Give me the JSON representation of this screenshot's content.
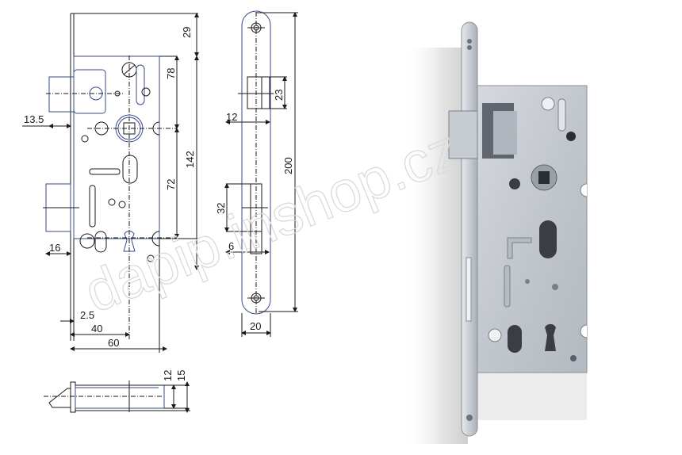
{
  "watermark": "dapip.inshop.cz",
  "front_view": {
    "dimensions": {
      "top_offset": "29",
      "handle_to_top": "78",
      "handle_to_key": "72",
      "body_height": "142",
      "latch_projection": "13.5",
      "bolt_projection": "16",
      "faceplate_thickness": "2.5",
      "backset": "40",
      "body_depth": "60"
    }
  },
  "side_view": {
    "dimensions": {
      "latch_height": "23",
      "latch_width": "12",
      "bolt_height": "32",
      "bolt_width": "6",
      "faceplate_length": "200",
      "faceplate_width": "20"
    }
  },
  "top_view": {
    "dimensions": {
      "body_thickness": "12",
      "overall_thickness": "15"
    }
  },
  "photo": {
    "description": "mortise-lock-photo"
  },
  "colors": {
    "line": "#1a1a1a",
    "line_blue": "#3a4a8a",
    "metal_light": "#d9dde2",
    "metal_mid": "#aeb4bc",
    "metal_dark": "#6c7380",
    "shadow": "#c9c9c9"
  }
}
